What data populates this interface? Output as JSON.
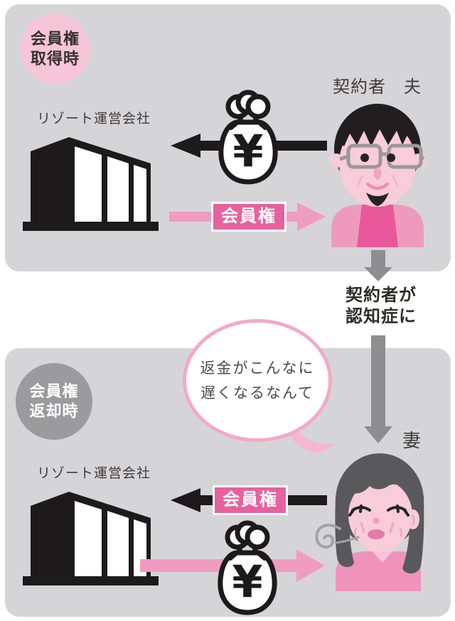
{
  "colors": {
    "panel_gray": "#d5d5d7",
    "badge_pink": "#f6c5d8",
    "badge_gray": "#9b9b9d",
    "arrow_black": "#1d1a1b",
    "arrow_pink": "#f09cc0",
    "arrow_gray": "#8e8e90",
    "label_pink": "#e7629c",
    "bubble_border": "#f3a9c8",
    "skin_pink": "#f8ccd9",
    "shirt_pink": "#ef93ba",
    "text_dark": "#3f3b3a"
  },
  "acquisition": {
    "badge": {
      "line1": "会員権",
      "line2": "取得時"
    },
    "company_label": "リゾート運営会社",
    "contractor_label": "契約者　夫",
    "payment_symbol": "¥",
    "membership_label": "会員権"
  },
  "transition": {
    "line1": "契約者が",
    "line2": "認知症に"
  },
  "return": {
    "badge": {
      "line1": "会員権",
      "line2": "返却時"
    },
    "company_label": "リゾート運営会社",
    "wife_label": "妻",
    "membership_label": "会員権",
    "payment_symbol": "¥",
    "speech_bubble": {
      "line1": "返金がこんなに",
      "line2": "遅くなるなんて"
    }
  }
}
